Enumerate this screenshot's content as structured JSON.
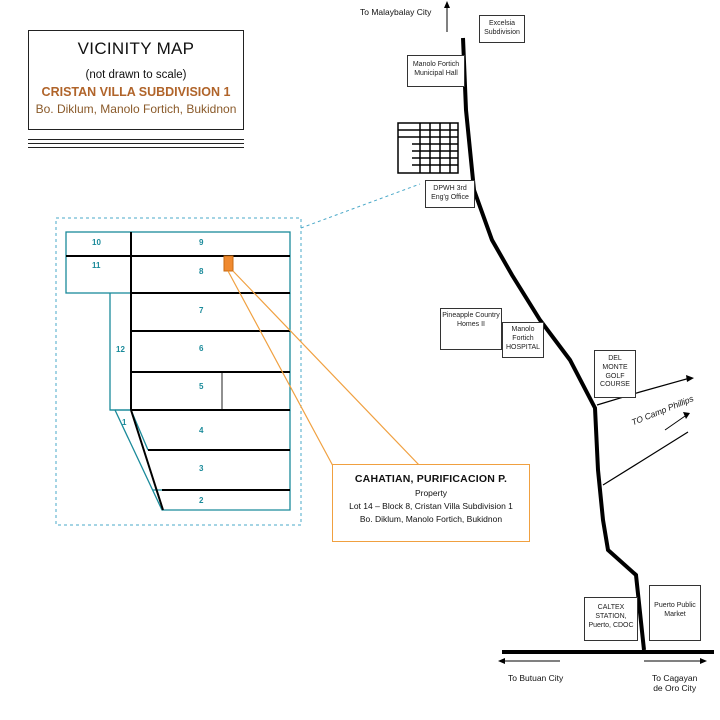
{
  "title": {
    "main": "VICINITY MAP",
    "note": "(not drawn to scale)",
    "subdivision": "CRISTAN VILLA SUBDIVISION 1",
    "location": "Bo. Diklum, Manolo Fortich, Bukidnon"
  },
  "roads": {
    "north": "To Malaybalay City",
    "west": "To Butuan  City",
    "east_line1": "To  Cagayan",
    "east_line2": "de Oro City",
    "camp": "TO  Camp Phillips"
  },
  "landmarks": {
    "excelsia_1": "Excelsia",
    "excelsia_2": "Subdivision",
    "hall_1": "Manolo Fortich",
    "hall_2": "Municipal Hall",
    "dpwh_1": "DPWH 3rd",
    "dpwh_2": "Eng'g Office",
    "pineapple_1": "Pineapple Country",
    "pineapple_2": "Homes II",
    "hospital_1": "Manolo",
    "hospital_2": "Fortich",
    "hospital_3": "HOSPITAL",
    "golf_1": "DEL",
    "golf_2": "MONTE",
    "golf_3": "GOLF",
    "golf_4": "COURSE",
    "caltex_1": "CALTEX",
    "caltex_2": "STATION,",
    "caltex_3": "Puerto, CDOC",
    "market_1": "Puerto Public",
    "market_2": "Market"
  },
  "blocks": {
    "b10": "10",
    "b9": "9",
    "b11": "11",
    "b8": "8",
    "b7": "7",
    "b6": "6",
    "b12": "12",
    "b5": "5",
    "b1": "1",
    "b4": "4",
    "b3": "3",
    "b2": "2"
  },
  "callout": {
    "name": "CAHATIAN, PURIFICACION P.",
    "line1": "Property",
    "line2": "Lot 14 – Block 8, Cristan Villa Subdivision 1",
    "line3": "Bo. Diklum, Manolo Fortich, Bukidnon"
  },
  "colors": {
    "road": "#000000",
    "lots": "#1a8a9a",
    "highlight": "#f0a040",
    "lot_fill": "#f08a30"
  }
}
